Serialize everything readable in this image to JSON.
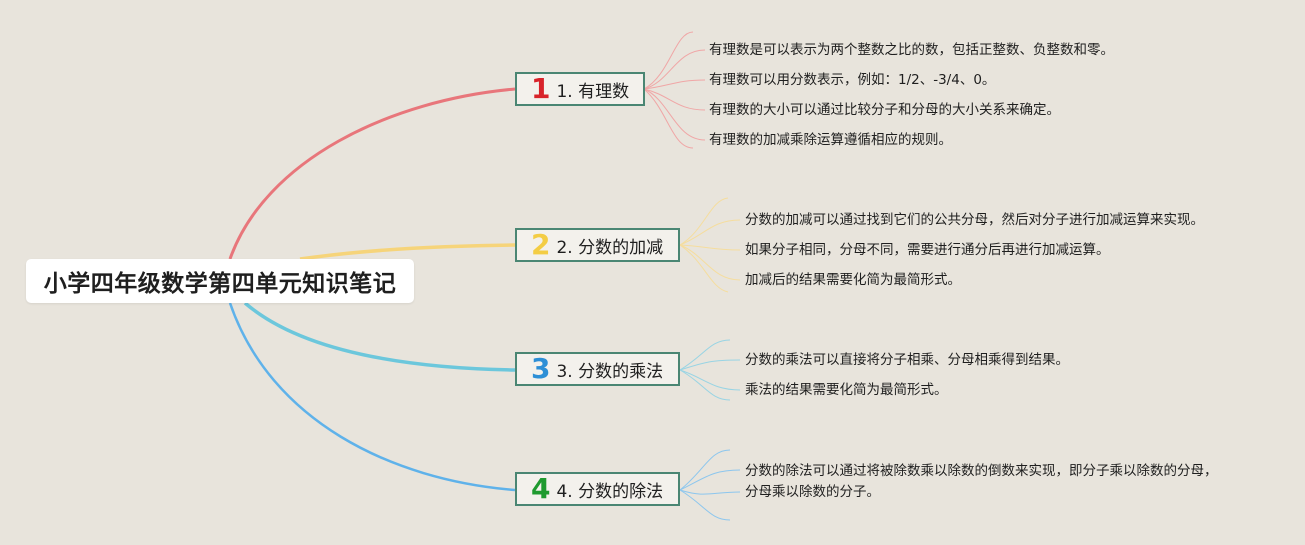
{
  "root": {
    "title": "小学四年级数学第四单元知识笔记"
  },
  "colors": {
    "background": "#e8e4dc",
    "node_border": "#4a8673",
    "branch_1": "#e8767b",
    "branch_2": "#f6d47a",
    "branch_3": "#6cc7dc",
    "branch_4": "#5fb2ea"
  },
  "topics": [
    {
      "badge": "1",
      "badge_color": "#d8232a",
      "label": "1. 有理数",
      "details": [
        "有理数是可以表示为两个整数之比的数，包括正整数、负整数和零。",
        "有理数可以用分数表示，例如：1/2、-3/4、0。",
        "有理数的大小可以通过比较分子和分母的大小关系来确定。",
        "有理数的加减乘除运算遵循相应的规则。"
      ]
    },
    {
      "badge": "2",
      "badge_color": "#f3cd45",
      "label": "2. 分数的加减",
      "details": [
        "分数的加减可以通过找到它们的公共分母，然后对分子进行加减运算来实现。",
        "如果分子相同，分母不同，需要进行通分后再进行加减运算。",
        "加减后的结果需要化简为最简形式。"
      ]
    },
    {
      "badge": "3",
      "badge_color": "#2d8fd6",
      "label": "3. 分数的乘法",
      "details": [
        "分数的乘法可以直接将分子相乘、分母相乘得到结果。",
        "乘法的结果需要化简为最简形式。"
      ]
    },
    {
      "badge": "4",
      "badge_color": "#1f9a2f",
      "label": "4. 分数的除法",
      "details": [
        "分数的除法可以通过将被除数乘以除数的倒数来实现，即分子乘以除数的分母，",
        "分母乘以除数的分子。"
      ]
    }
  ]
}
